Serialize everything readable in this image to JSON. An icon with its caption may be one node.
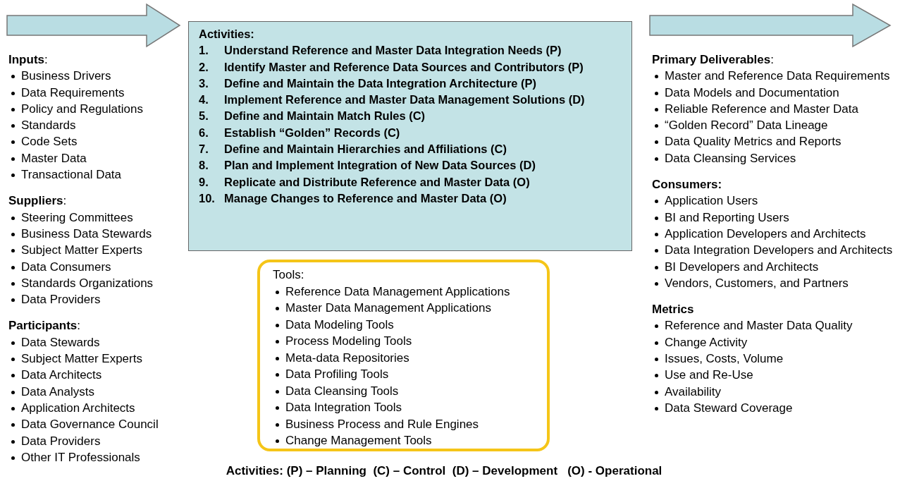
{
  "diagram": {
    "nodes": [
      {
        "text": [
          "Activities:",
          "1. Understand Reference and Master Data Integration Needs (P)",
          "2. Identify Master and Reference Data Sources and Contributors (P)",
          "3. Define and Maintain the Data Integration Architecture (P)",
          "4. Implement Reference and Master Data Management Solutions (D)",
          "5. Define and Maintain Match Rules (C)",
          "6. Establish “Golden” Records (C)",
          "7. Define and Maintain Hierarchies and Affiliations (C)",
          "8. Plan and Implement Integration of New Data Sources (D)",
          "9. Replicate and Distribute Reference and Master Data (O)",
          "10. Manage Changes to Reference and Master Data (O)"
        ]
      },
      {
        "text": [
          "Tools:",
          "Reference Data Management Applications",
          "Master Data Management Applications",
          "Data Modeling Tools",
          "Process Modeling Tools",
          "Meta-data Repositories",
          "Data Profiling Tools",
          "Data Cleansing Tools",
          "Data Integration Tools",
          "Business Process and Rule Engines",
          "Change Management Tools"
        ]
      }
    ],
    "labels": [
      "**Inputs**:",
      "Business Drivers",
      "Data Requirements",
      "Policy and Regulations",
      "Standards",
      "Code Sets",
      "Master Data",
      "Transactional Data",
      "**Suppliers**:",
      "Steering Committees",
      "Business Data Stewards",
      "Subject Matter Experts",
      "Data Consumers",
      "Standards Organizations",
      "Data Providers",
      "**Participants**:",
      "Data Stewards",
      "Subject Matter Experts",
      "Data Architects",
      "Data Analysts",
      "Application Architects",
      "Data Governance Council",
      "Data Providers",
      "Other IT Professionals",
      "**Primary Deliverables**:",
      "Master and Reference Data Requirements",
      "Data Models and Documentation",
      "Reliable Reference and Master Data",
      "“Golden Record” Data Lineage",
      "Data Quality Metrics and Reports",
      "Data Cleansing Services",
      "**Consumers:**",
      "Application Users",
      "BI and Reporting Users",
      "Application Developers and Architects",
      "Data Integration Developers and Architects",
      "BI Developers and Architects",
      "Vendors, Customers, and Partners",
      "**Metrics**",
      "Reference and Master Data Quality",
      "Change Activity",
      "Issues, Costs, Volume",
      "Use and Re-Use",
      "Availability",
      "Data Steward Coverage",
      "Activities: (P) – Planning  (C) – Control  (D) – Development   (O) - Operational"
    ]
  }
}
